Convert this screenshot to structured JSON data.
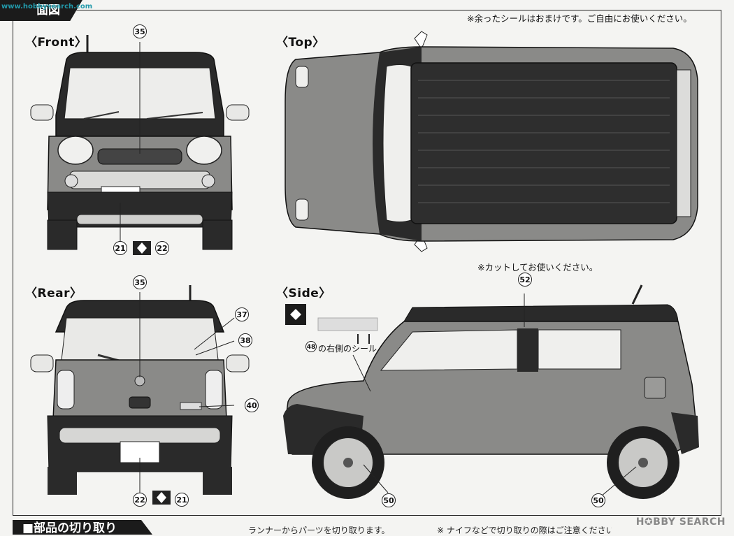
{
  "header": {
    "title": "面図",
    "watermark": "www.hobbysearch.com"
  },
  "notes": {
    "extra_stickers": "※余ったシールはおまけです。ご自由にお使いください。",
    "cut_note": "※カットしてお使いください。"
  },
  "views": {
    "front": "〈Front〉",
    "top": "〈Top〉",
    "rear": "〈Rear〉",
    "side": "〈Side〉"
  },
  "callouts": {
    "n35": "35",
    "n21": "21",
    "n22": "22",
    "n37": "37",
    "n38": "38",
    "n40": "40",
    "n52": "52",
    "n48": "48",
    "n50": "50"
  },
  "decal_note": "の右側のシール",
  "bottom": {
    "section_title": "■部品の切り取り",
    "text_left": "ランナーからパーツを切り取ります。",
    "text_right": "※ ナイフなどで切り取りの際はご注意ください。"
  },
  "brand": "H✪BBY SEARCH",
  "colors": {
    "body": "#8a8a88",
    "dark": "#2a2a2a",
    "roof": "#333333",
    "glass": "#e8e8e6",
    "line": "#1e1e1e"
  }
}
